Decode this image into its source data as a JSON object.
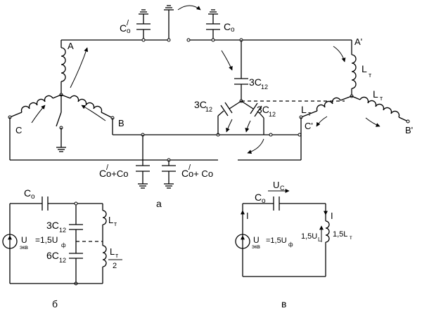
{
  "figure_a": {
    "panel_label": "а",
    "nodes": {
      "A": "A",
      "B": "B",
      "C": "C",
      "A_prime": "A'",
      "B_prime": "B'",
      "C_prime": "C'"
    },
    "labels": {
      "c0_prime_top": "C",
      "c0_prime_top_mark": "/",
      "c0_prime_top_sub": "o",
      "c0_top": "C",
      "c0_top_sub": "o",
      "c12_vertical": "3C",
      "c12_vertical_sub": "12",
      "c12_left": "3C",
      "c12_left_sub": "12",
      "c12_right": "3C",
      "c12_right_sub": "12",
      "lt_a": "L",
      "lt_a_sub": "т",
      "lt_b": "L",
      "lt_b_sub": "т",
      "lt_c": "L",
      "lt_c_sub": "т",
      "bottom_left_sum": "C",
      "bottom_left_sum_mark": "/",
      "bottom_left_sum_tail": "o+Co",
      "bottom_right_sum": "C",
      "bottom_right_sum_mark": "/",
      "bottom_right_sum_tail": "o+ Co"
    }
  },
  "figure_b": {
    "panel_label": "б",
    "labels": {
      "c0": "C",
      "c0_sub": "o",
      "c12_top": "3C",
      "c12_top_sub": "12",
      "c12_bottom": "6C",
      "c12_bottom_sub": "12",
      "lt_top": "L",
      "lt_top_sub": "т",
      "lt_bottom": "L",
      "lt_bottom_sub": "т",
      "lt_bottom_den": "2",
      "source_u": "U",
      "source_u_sub": "экв",
      "source_eq": "=1,5U",
      "source_eq_sub": "ф"
    }
  },
  "figure_c": {
    "panel_label": "в",
    "labels": {
      "uc": "U",
      "uc_sub": "C",
      "c0": "C",
      "c0_sub": "o",
      "current_left": "I",
      "current_right": "I",
      "source_u": "U",
      "source_u_sub": "экв",
      "source_eq": "=1,5U",
      "source_eq_sub": "ф",
      "ul": "1,5U",
      "ul_sub": "L",
      "lt": "1,5L",
      "lt_sub": "т"
    }
  }
}
